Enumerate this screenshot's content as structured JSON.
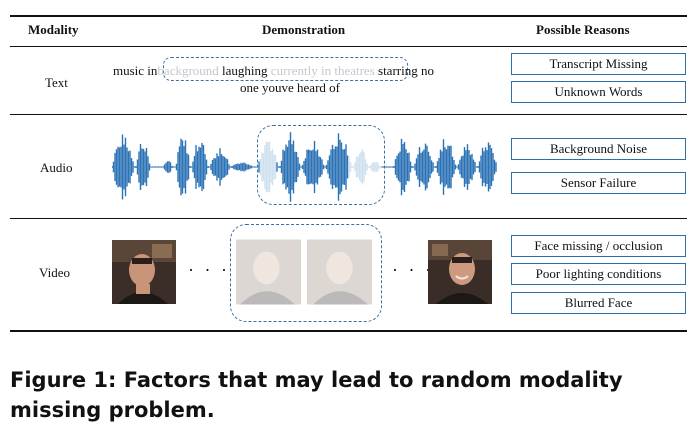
{
  "header": {
    "modality": "Modality",
    "demonstration": "Demonstration",
    "reasons": "Possible Reasons"
  },
  "rows": {
    "text": {
      "label": "Text",
      "line1_start": "music in",
      "missing1": "background",
      "middle": " laughing ",
      "missing2": "currently in theatres",
      "line1_end": " starring no",
      "line2": "one youve heard of",
      "reasons": [
        "Transcript Missing",
        "Unknown Words"
      ]
    },
    "audio": {
      "label": "Audio",
      "reasons": [
        "Background Noise",
        "Sensor Failure"
      ]
    },
    "video": {
      "label": "Video",
      "ellipsis": "· · ·",
      "reasons": [
        "Face missing / occlusion",
        "Poor lighting conditions",
        "Blurred Face"
      ]
    }
  },
  "colors": {
    "waveform": "#2c73b5",
    "waveform_missing": "#cfe0ee",
    "dashed_border": "#3a6fa6"
  },
  "caption": "Figure 1: Factors that may lead to random modality missing problem."
}
